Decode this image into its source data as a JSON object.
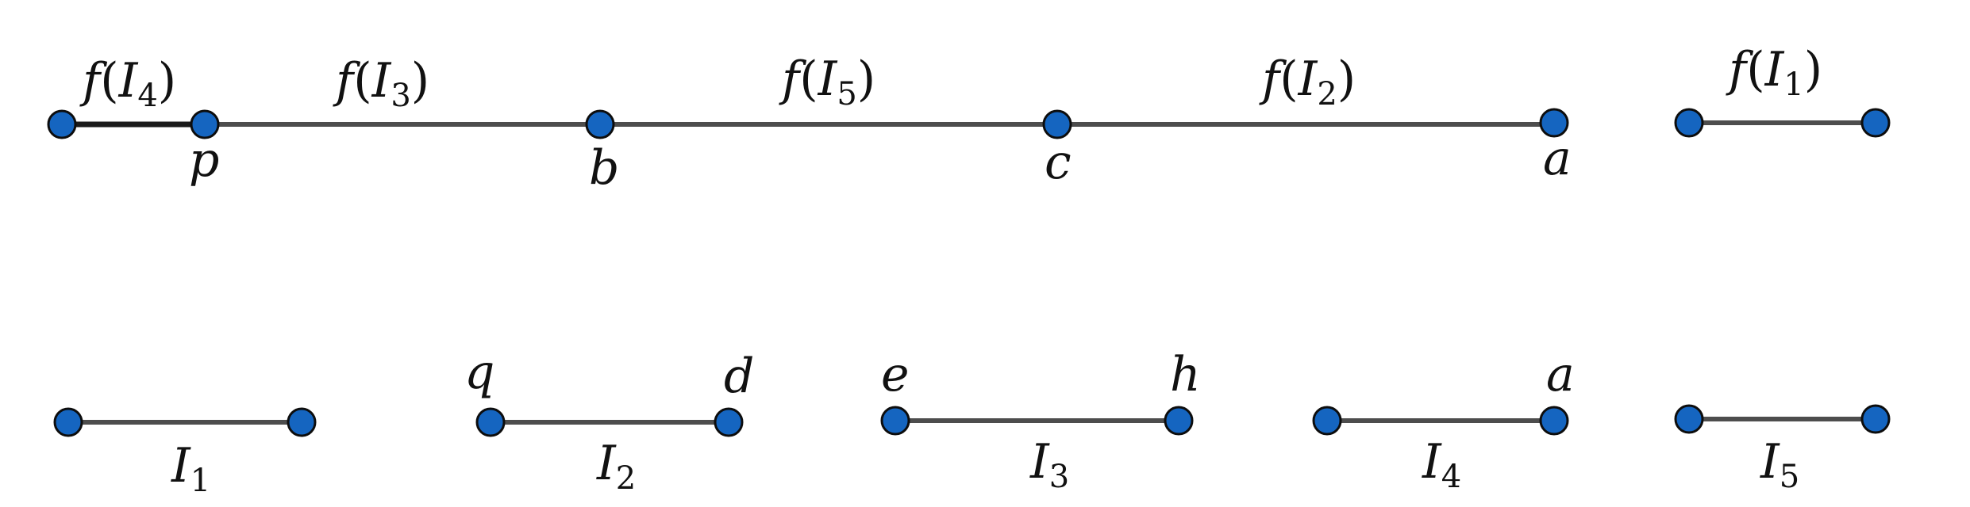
{
  "colors": {
    "point_fill": "#1565c0",
    "point_stroke": "#0d0d0d",
    "segment": "#4d4d4d",
    "segment_emphasis": "#1a1a1a"
  },
  "top_row": {
    "interval_labels": {
      "f_I4": {
        "fn": "f",
        "open": "(",
        "base": "I",
        "sub": "4",
        "close": ")"
      },
      "f_I3": {
        "fn": "f",
        "open": "(",
        "base": "I",
        "sub": "3",
        "close": ")"
      },
      "f_I5": {
        "fn": "f",
        "open": "(",
        "base": "I",
        "sub": "5",
        "close": ")"
      },
      "f_I2": {
        "fn": "f",
        "open": "(",
        "base": "I",
        "sub": "2",
        "close": ")"
      },
      "f_I1": {
        "fn": "f",
        "open": "(",
        "base": "I",
        "sub": "1",
        "close": ")"
      }
    },
    "point_labels": {
      "p": "p",
      "b": "b",
      "c": "c",
      "a": "a"
    }
  },
  "bottom_row": {
    "interval_labels": {
      "I1": {
        "base": "I",
        "sub": "1"
      },
      "I2": {
        "base": "I",
        "sub": "2"
      },
      "I3": {
        "base": "I",
        "sub": "3"
      },
      "I4": {
        "base": "I",
        "sub": "4"
      },
      "I5": {
        "base": "I",
        "sub": "5"
      }
    },
    "point_labels": {
      "q": "q",
      "d": "d",
      "e": "e",
      "h": "h",
      "a": "a"
    }
  }
}
